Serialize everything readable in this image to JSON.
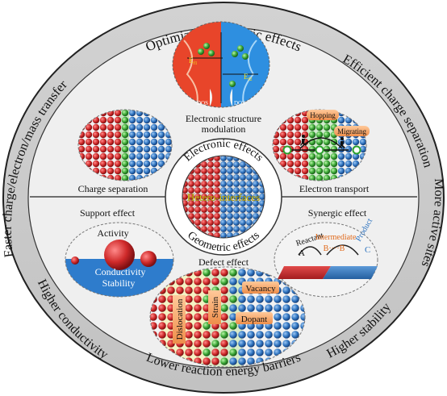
{
  "outer_ring": {
    "top": "Optimized electronic effects",
    "top_right": "Efficient charge separation",
    "right": "More active sites",
    "bottom_right": "Higher stability",
    "bottom": "Lower reaction energy barriers",
    "bottom_left": "Higher conductivity",
    "left": "Faster charge/electron/mass transfer"
  },
  "center": {
    "top_label": "Electronic effects",
    "bottom_label": "Geometric effects",
    "core_label": "Hetero-interfaces"
  },
  "electronic": {
    "structure_label_line1": "Electronic structure",
    "structure_label_line2": "modulation",
    "ef1": "E",
    "ef1_sub": "f1",
    "ef2": "E",
    "ef2_sub": "f2",
    "dos_left": "DOS",
    "dos_right": "DOS",
    "charge_sep": "Charge separation",
    "transport": "Electron transport",
    "hopping": "Hopping",
    "migrating": "Migrating"
  },
  "geometric": {
    "support": "Support effect",
    "activity": "Activity",
    "conductivity": "Conductivity",
    "stability": "Stability",
    "synergic": "Synergic effect",
    "reactant": "Reactant",
    "reactant_letter": "A",
    "intermediate": "Intermediate",
    "intermediate_letters": "B····B",
    "product": "Product",
    "product_letter": "C",
    "defect": "Defect effect",
    "dislocation": "Dislocation",
    "strain": "Strain",
    "vacancy": "Vacancy",
    "dopant": "Dopant"
  },
  "colors": {
    "red": "#c8202a",
    "blue": "#2f74c0",
    "ring_gray": "#c9c9c9",
    "inner_bg": "#efefef",
    "orange": "#f4a566",
    "yellow_text": "#f2e21a"
  }
}
